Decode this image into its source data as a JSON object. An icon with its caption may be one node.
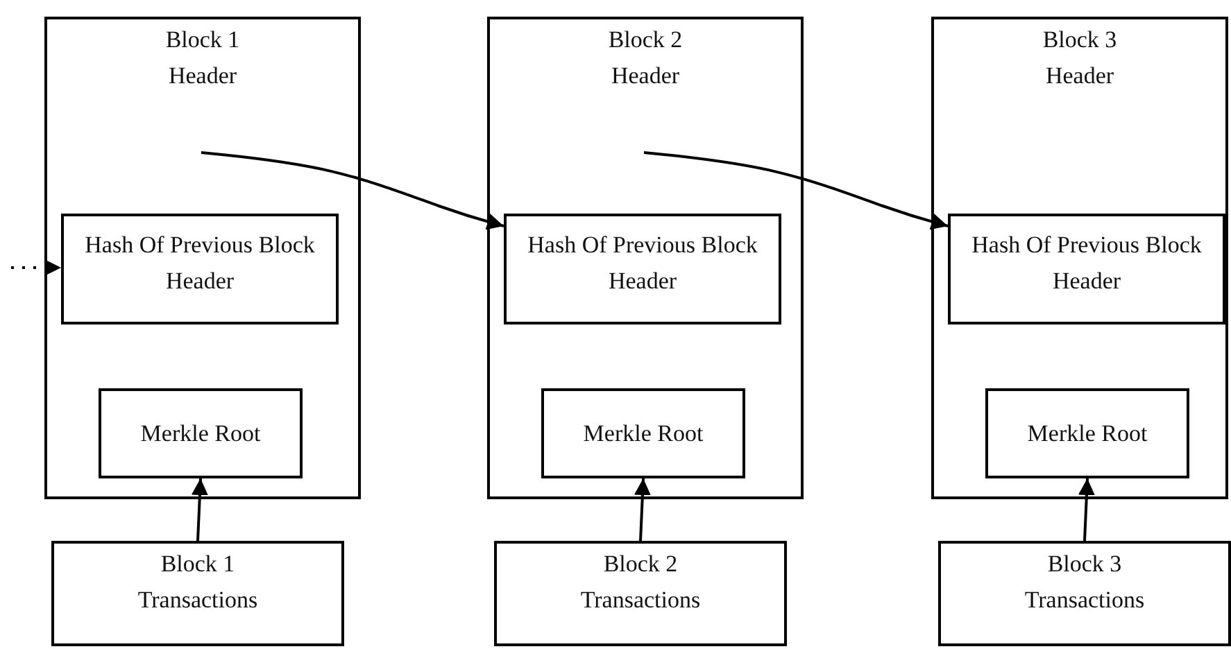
{
  "diagram": {
    "nodes": [
      {
        "text": [
          "Block 1 Header"
        ]
      },
      {
        "text": [
          "Hash Of Previous Block Header"
        ],
        "in": 0
      },
      {
        "text": [
          "Merkle Root"
        ],
        "in": 0
      },
      {
        "text": [
          "Block 1 Transactions"
        ]
      },
      {
        "text": [
          "Block 2 Header"
        ]
      },
      {
        "text": [
          "Hash Of Previous Block Header"
        ],
        "in": 4
      },
      {
        "text": [
          "Merkle Root"
        ],
        "in": 4
      },
      {
        "text": [
          "Block 2 Transactions"
        ]
      },
      {
        "text": [
          "Block 3 Header"
        ]
      },
      {
        "text": [
          "Hash Of Previous Block Header"
        ],
        "in": 8
      },
      {
        "text": [
          "Merkle Root"
        ],
        "in": 8
      },
      {
        "text": [
          "Block 3 Transactions"
        ]
      }
    ],
    "edges": [
      {
        "from": null,
        "to": 1,
        "arrow": "to",
        "style": "dashed"
      },
      {
        "from": null,
        "to": 5,
        "arrow": "to"
      },
      {
        "from": null,
        "to": 9,
        "arrow": "to"
      },
      {
        "from": 3,
        "to": 2,
        "arrow": "to"
      },
      {
        "from": 7,
        "to": 6,
        "arrow": "to"
      },
      {
        "from": 11,
        "to": 10,
        "arrow": "to"
      }
    ]
  }
}
